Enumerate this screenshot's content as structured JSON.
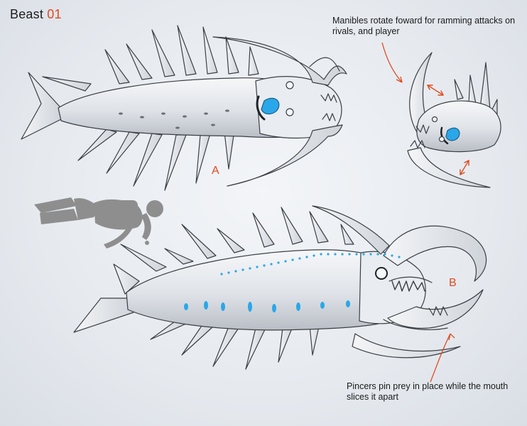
{
  "title": {
    "text": "Beast",
    "number": "01"
  },
  "annotations": {
    "mandibles": "Manibles rotate foward for ramming attacks on rivals, and player",
    "pincers": "Pincers pin prey in place while the mouth slices it apart"
  },
  "view_labels": {
    "a": "A",
    "b": "B"
  },
  "colors": {
    "accent": "#e04a1f",
    "glow": "#2aa7e8",
    "body": "#d9dde2",
    "outline": "#3b3f45",
    "diver": "#8e8e8e"
  }
}
